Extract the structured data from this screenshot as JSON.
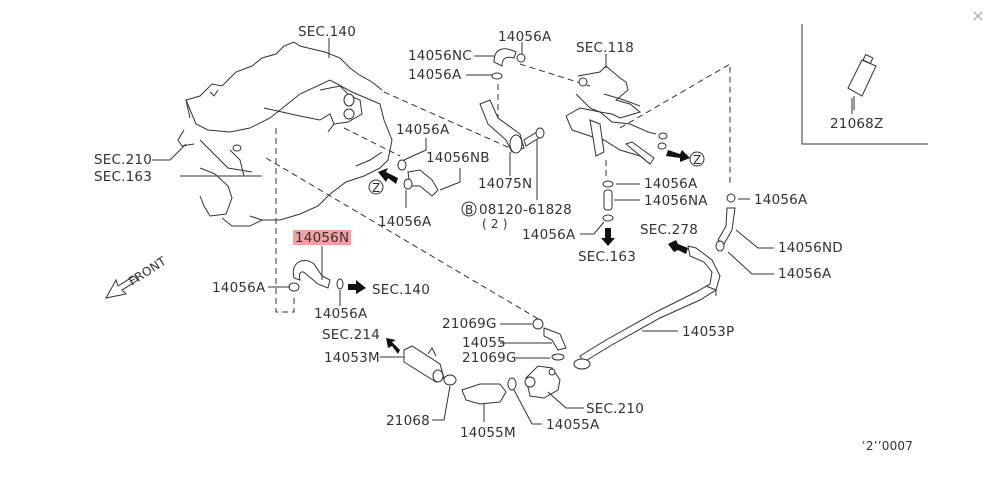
{
  "close_label": "×",
  "highlight_color": "#f2a0a0",
  "callouts": {
    "sec140_top": "SEC.140",
    "p14056nc": "14056NC",
    "p14056a_top": "14056A",
    "p14056a_top2": "14056A",
    "sec118": "SEC.118",
    "p21068z": "21068Z",
    "sec210_left": "SEC.210",
    "sec163_left": "SEC.163",
    "p14056a_mid": "14056A",
    "p14056nb": "14056NB",
    "p14056a_mid2": "14056A",
    "z_left": "Z",
    "z_right": "Z",
    "p14075n": "14075N",
    "bolt_marker": "B",
    "bolt_part": "08120-61828",
    "bolt_qty": "( 2 )",
    "p14056a_r1": "14056A",
    "p14056na": "14056NA",
    "p14056a_r2": "14056A",
    "sec163_mid": "SEC.163",
    "sec278": "SEC.278",
    "p14056a_far": "14056A",
    "p14056nd": "14056ND",
    "p14056a_far2": "14056A",
    "p14056n": "14056N",
    "front": "FRONT",
    "p14056a_l": "14056A",
    "sec140_mid": "SEC.140",
    "p14056a_l2": "14056A",
    "p21069g_1": "21069G",
    "p14055": "14055",
    "p21069g_2": "21069G",
    "sec214": "SEC.214",
    "p14053m": "14053M",
    "p14053p": "14053P",
    "sec210_bot": "SEC.210",
    "p21068": "21068",
    "p14055m": "14055M",
    "p14055a": "14055A",
    "diagram_code": "ʿ2’’0007"
  }
}
